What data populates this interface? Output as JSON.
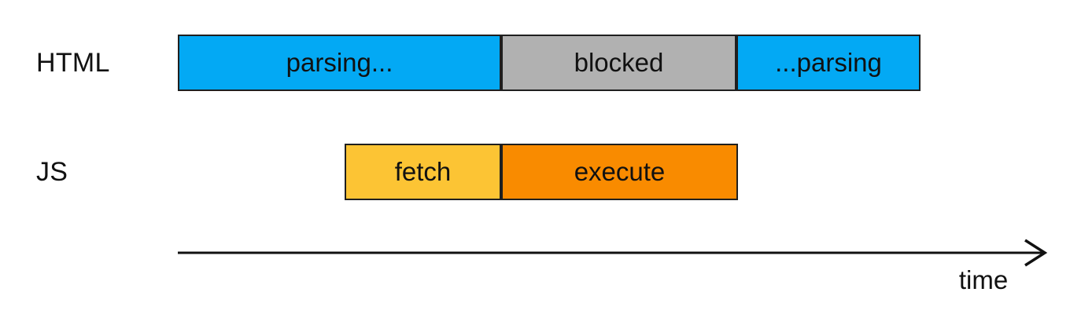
{
  "diagram": {
    "colors": {
      "background": "#ffffff",
      "border": "#1f1f1f",
      "text": "#111111",
      "parsing_blue": "#03a9f4",
      "blocked_gray": "#b1b1b1",
      "fetch_yellow": "#fcc434",
      "execute_orange": "#f98b00"
    },
    "rows": [
      {
        "label": "HTML",
        "segments": [
          {
            "label": "parsing...",
            "color": "#03a9f4"
          },
          {
            "label": "blocked",
            "color": "#b1b1b1"
          },
          {
            "label": "...parsing",
            "color": "#03a9f4"
          }
        ]
      },
      {
        "label": "JS",
        "segments": [
          {
            "label": "fetch",
            "color": "#fcc434"
          },
          {
            "label": "execute",
            "color": "#f98b00"
          }
        ]
      }
    ],
    "axis": {
      "label": "time"
    }
  }
}
